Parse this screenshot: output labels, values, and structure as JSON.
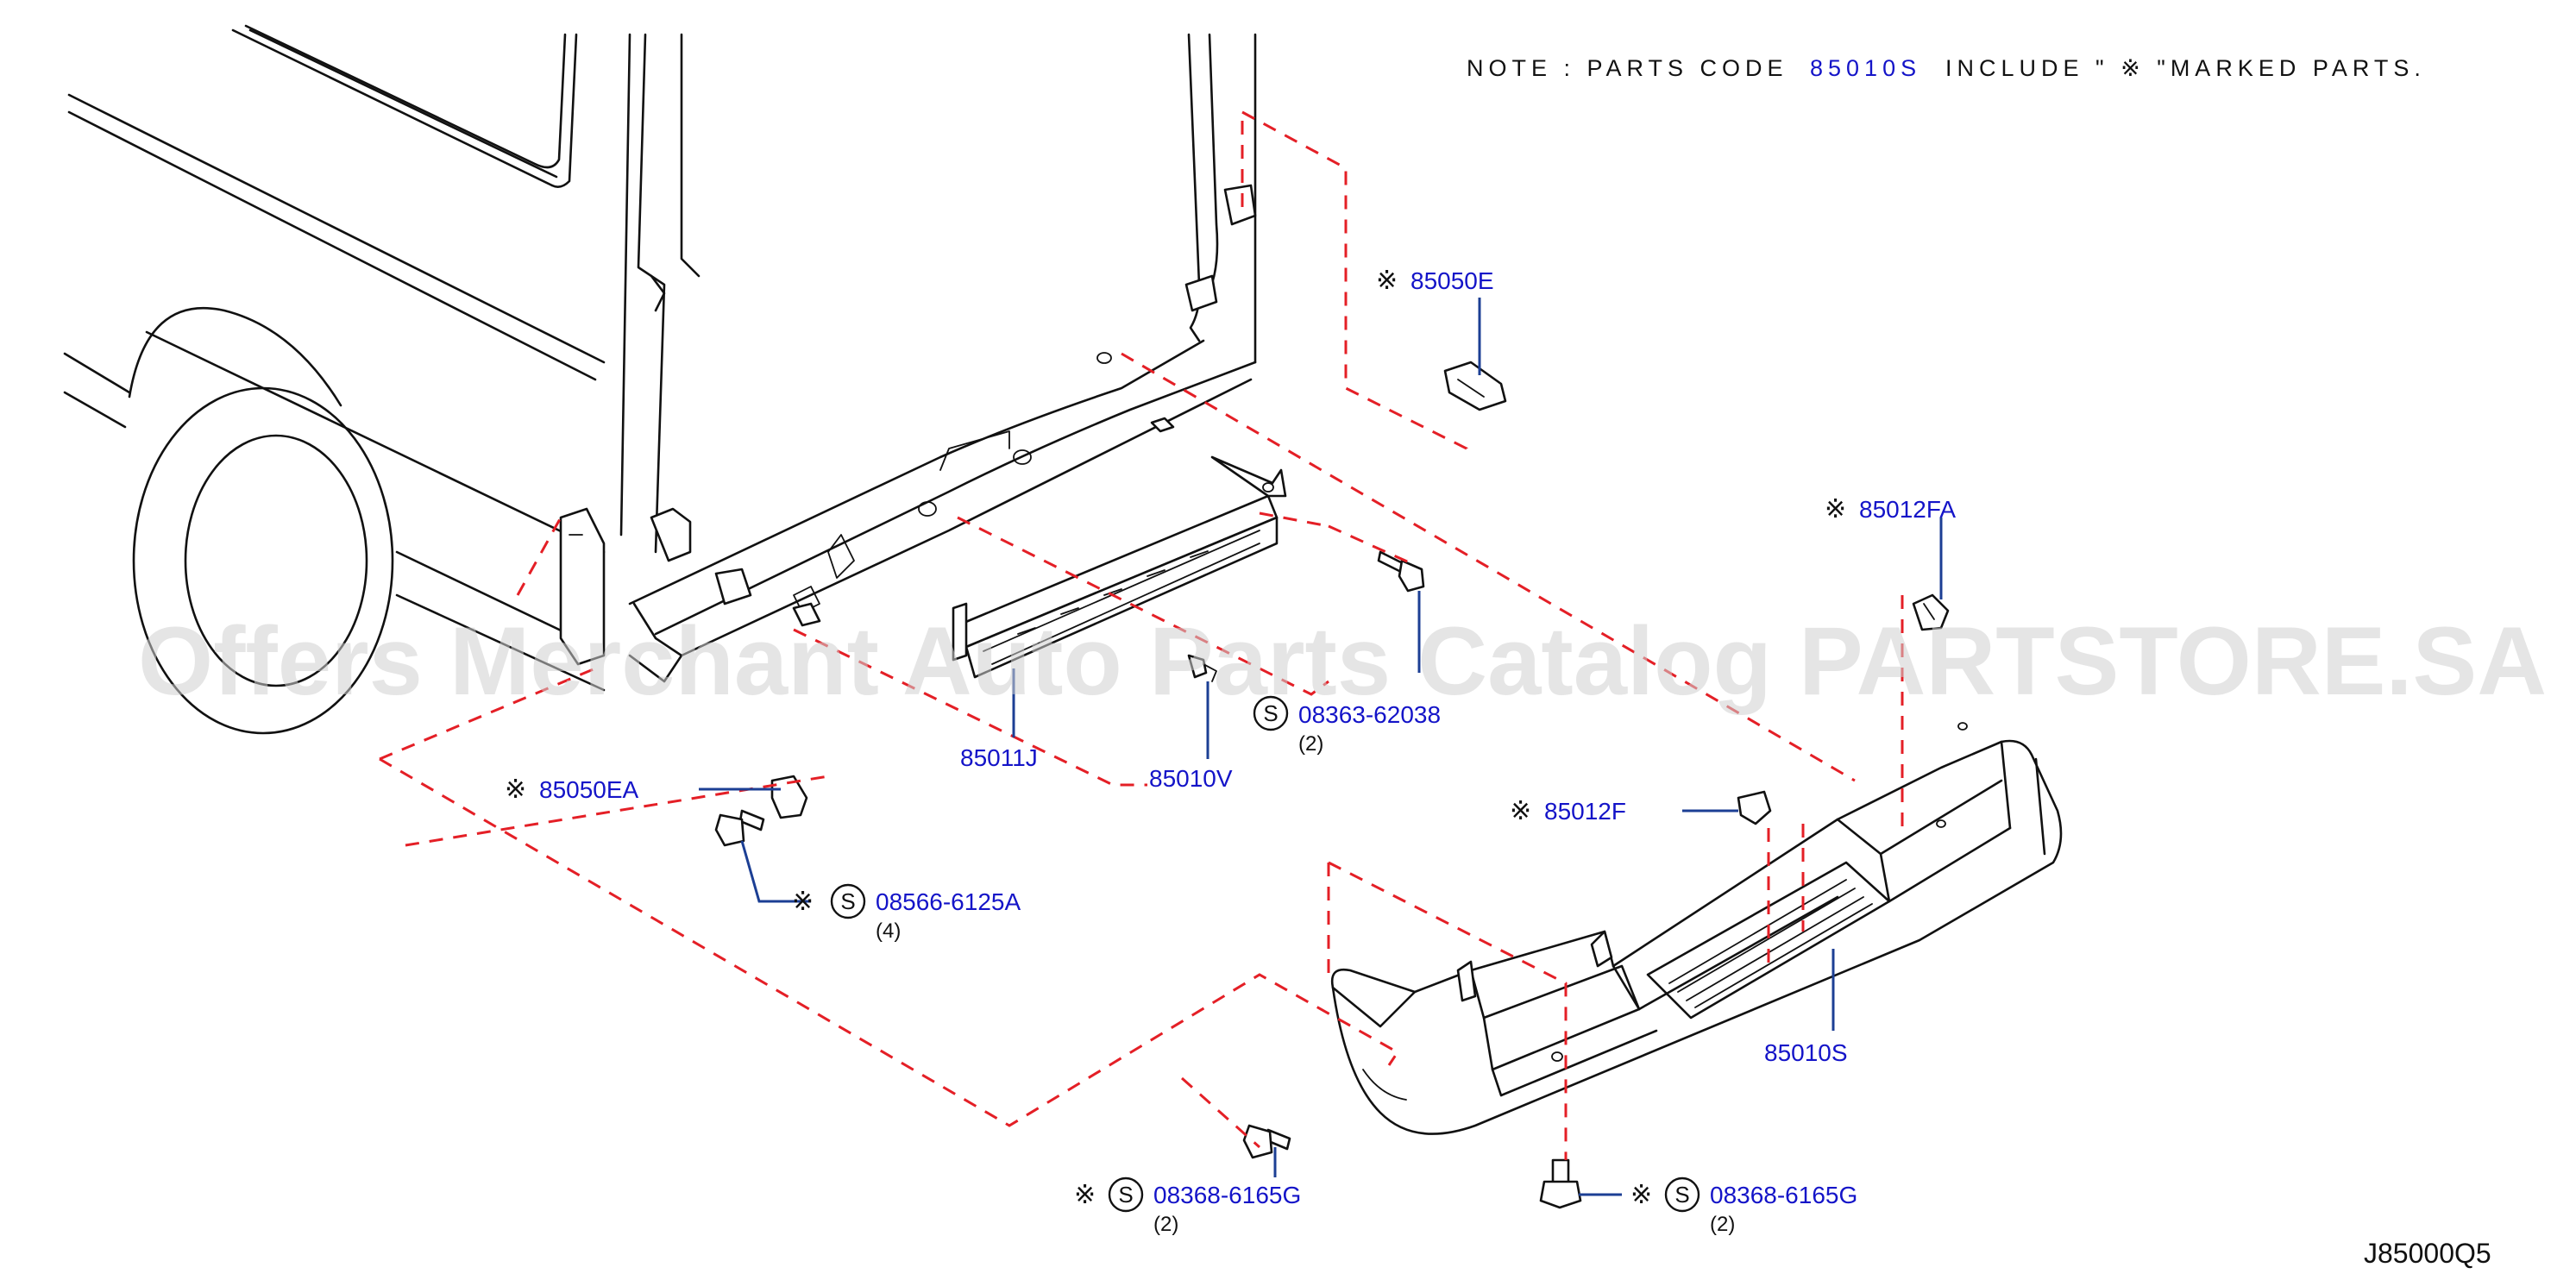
{
  "note": {
    "text_before": "NOTE : PARTS CODE",
    "code": "85010S",
    "text_after": "INCLUDE \" ※ \"MARKED PARTS."
  },
  "watermark": "Offers Merchant Auto Parts Catalog PARTSTORE.SA",
  "diagram_id": "J85000Q5",
  "colors": {
    "part_number": "#1414c8",
    "leader_line": "#1c3f94",
    "dashed_line": "#e41f26",
    "outline": "#111111"
  },
  "callouts": {
    "c85050E": {
      "mark": "※",
      "part": "85050E"
    },
    "c85012FA": {
      "mark": "※",
      "part": "85012FA"
    },
    "c85011J": {
      "part": "85011J"
    },
    "c85010V": {
      "part": "85010V"
    },
    "c08363": {
      "s": "S",
      "part": "08363-62038",
      "qty": "(2)"
    },
    "c85050EA": {
      "mark": "※",
      "part": "85050EA"
    },
    "c08566": {
      "mark": "※",
      "s": "S",
      "part": "08566-6125A",
      "qty": "(4)"
    },
    "c85012F": {
      "mark": "※",
      "part": "85012F"
    },
    "c85010S": {
      "part": "85010S"
    },
    "c08368L": {
      "mark": "※",
      "s": "S",
      "part": "08368-6165G",
      "qty": "(2)"
    },
    "c08368R": {
      "mark": "※",
      "s": "S",
      "part": "08368-6165G",
      "qty": "(2)"
    }
  }
}
